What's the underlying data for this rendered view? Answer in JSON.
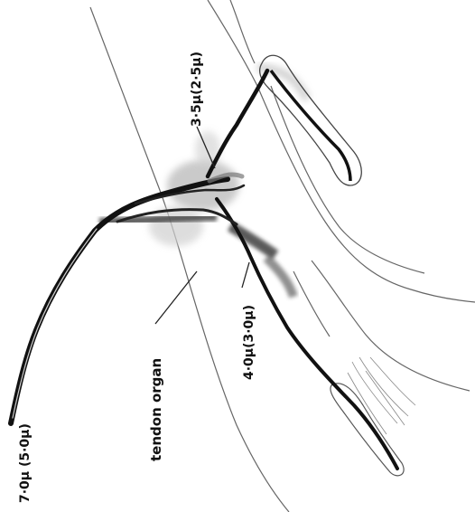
{
  "labels": {
    "axon_large": "7·0μ (5·0μ)",
    "tendon_organ": "tendon organ",
    "branch_upper": "3·5μ(2·5μ)",
    "branch_lower": "4·0μ(3·0μ)"
  },
  "colors": {
    "ink": "#111111",
    "outline": "#555555",
    "shading": "#9a9a9a"
  }
}
